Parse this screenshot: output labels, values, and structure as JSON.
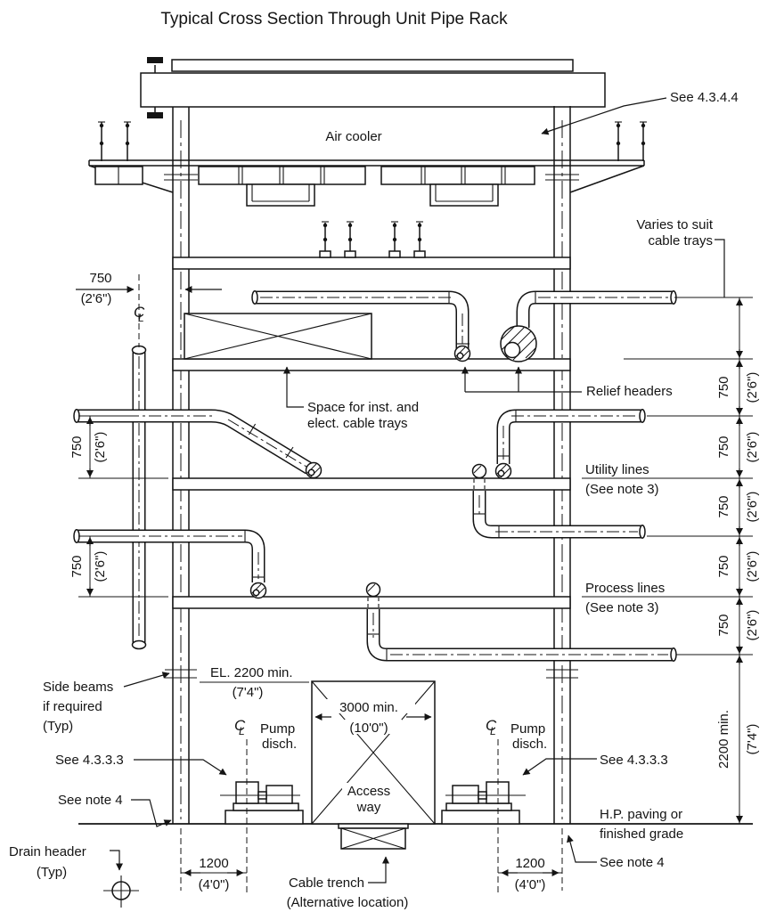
{
  "title": "Typical Cross Section Through Unit Pipe Rack",
  "annotations": {
    "see_4344": "See 4.3.4.4",
    "air_cooler": "Air cooler",
    "varies_line1": "Varies to suit",
    "varies_line2": "cable trays",
    "relief_headers": "Relief headers",
    "space_line1": "Space for inst. and",
    "space_line2": "elect. cable trays",
    "utility_line1": "Utility lines",
    "utility_line2": "(See note 3)",
    "process_line1": "Process lines",
    "process_line2": "(See note 3)",
    "side_beams_line1": "Side beams",
    "side_beams_line2": "if required",
    "side_beams_line3": "(Typ)",
    "el_line1": "EL. 2200 min.",
    "el_line2": "(7'4\")",
    "see_4333": "See 4.3.3.3",
    "see_note4": "See note 4",
    "pump_line1": "Pump",
    "pump_line2": "disch.",
    "access_line1": "Access",
    "access_line2": "way",
    "hp_line1": "H.P. paving or",
    "hp_line2": "finished grade",
    "drain_line1": "Drain header",
    "drain_line2": "(Typ)",
    "trench_line1": "Cable trench",
    "trench_line2": "(Alternative location)"
  },
  "dimensions": {
    "bay_750": {
      "mm": "750",
      "imp": "(2'6\")"
    },
    "clear_2200": {
      "mm": "2200 min.",
      "imp": "(7'4\")"
    },
    "access_3000": {
      "mm": "3000 min.",
      "imp": "(10'0\")"
    },
    "pump_1200": {
      "mm": "1200",
      "imp": "(4'0\")"
    }
  },
  "symbols": {
    "centerline_c": "C",
    "centerline_l": "L"
  }
}
